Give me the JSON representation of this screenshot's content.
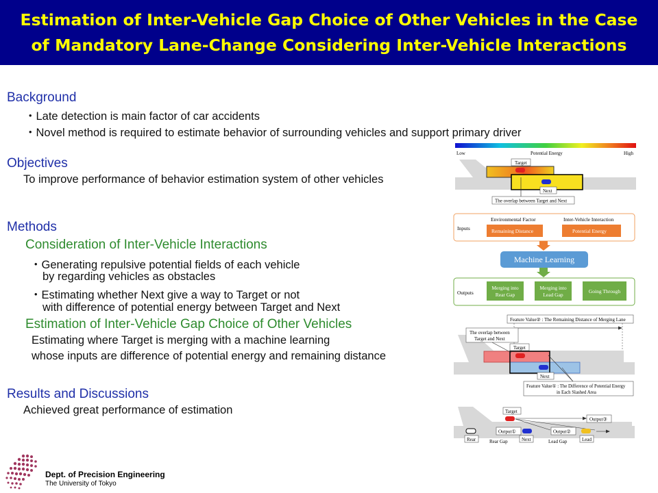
{
  "title": {
    "line1": "Estimation of Inter-Vehicle Gap Choice of Other Vehicles in the Case",
    "line2": "of Mandatory Lane-Change Considering Inter-Vehicle Interactions"
  },
  "background": {
    "heading": "Background",
    "items": [
      "・Late detection is main factor of car accidents",
      "・Novel method is required to estimate behavior of surrounding vehicles and support primary driver"
    ]
  },
  "objectives": {
    "heading": "Objectives",
    "text": "To improve performance of behavior estimation system of other vehicles"
  },
  "methods": {
    "heading": "Methods",
    "sub1": {
      "heading": "Consideration of Inter-Vehicle Interactions",
      "lines": [
        "・Generating repulsive potential fields of each vehicle",
        "by regarding vehicles as obstacles",
        "・Estimating whether Next give a way to Target or not",
        "with difference of potential energy between Target and Next"
      ]
    },
    "sub2": {
      "heading": "Estimation of Inter-Vehicle Gap Choice of Other Vehicles",
      "lines": [
        "Estimating where Target is merging with a machine learning",
        "whose inputs are difference of potential energy and remaining distance"
      ]
    }
  },
  "results": {
    "heading": "Results and Discussions",
    "text": "Achieved great performance of estimation"
  },
  "fig1": {
    "low": "Low",
    "high": "High",
    "scale_label": "Potential Energy",
    "target": "Target",
    "next": "Next",
    "overlap": "The overlap between Target and Next"
  },
  "fig2": {
    "inputs": "Inputs",
    "env_factor": "Environmental Factor",
    "inter_vehicle": "Inter-Vehicle Interaction",
    "remaining": "Remaining Distance",
    "potential": "Potential Energy",
    "ml": "Machine Learning",
    "outputs": "Outputs",
    "out1_l1": "Merging into",
    "out1_l2": "Rear Gap",
    "out2_l1": "Merging into",
    "out2_l2": "Lead Gap",
    "out3": "Going Through"
  },
  "fig3": {
    "feature2": "Feature Value② : The Remaining Distance of Merging Lane",
    "overlap_l1": "The overlap between",
    "overlap_l2": "Target and Next",
    "target": "Target",
    "next": "Next",
    "feature1_l1": "Feature Value① : The Difference of Potential Energy",
    "feature1_l2": "in Each Slashed Area"
  },
  "fig4": {
    "target": "Target",
    "output3": "Output③",
    "output1": "Output①",
    "output2": "Output②",
    "rear": "Rear",
    "next": "Next",
    "lead": "Lead",
    "rear_gap": "Rear Gap",
    "lead_gap": "Lead Gap"
  },
  "logo": {
    "line1": "Dept. of Precision Engineering",
    "line2": "The University of Tokyo"
  },
  "colors": {
    "header_bg": "#00008B",
    "title_text": "#FFFF00",
    "section_heading": "#1F2FA8",
    "subsection_heading": "#2E8B2E",
    "orange_box": "#ED7D31",
    "green_box": "#70AD47",
    "ml_box": "#5B9BD5",
    "logo_dots": "#A0365E"
  }
}
